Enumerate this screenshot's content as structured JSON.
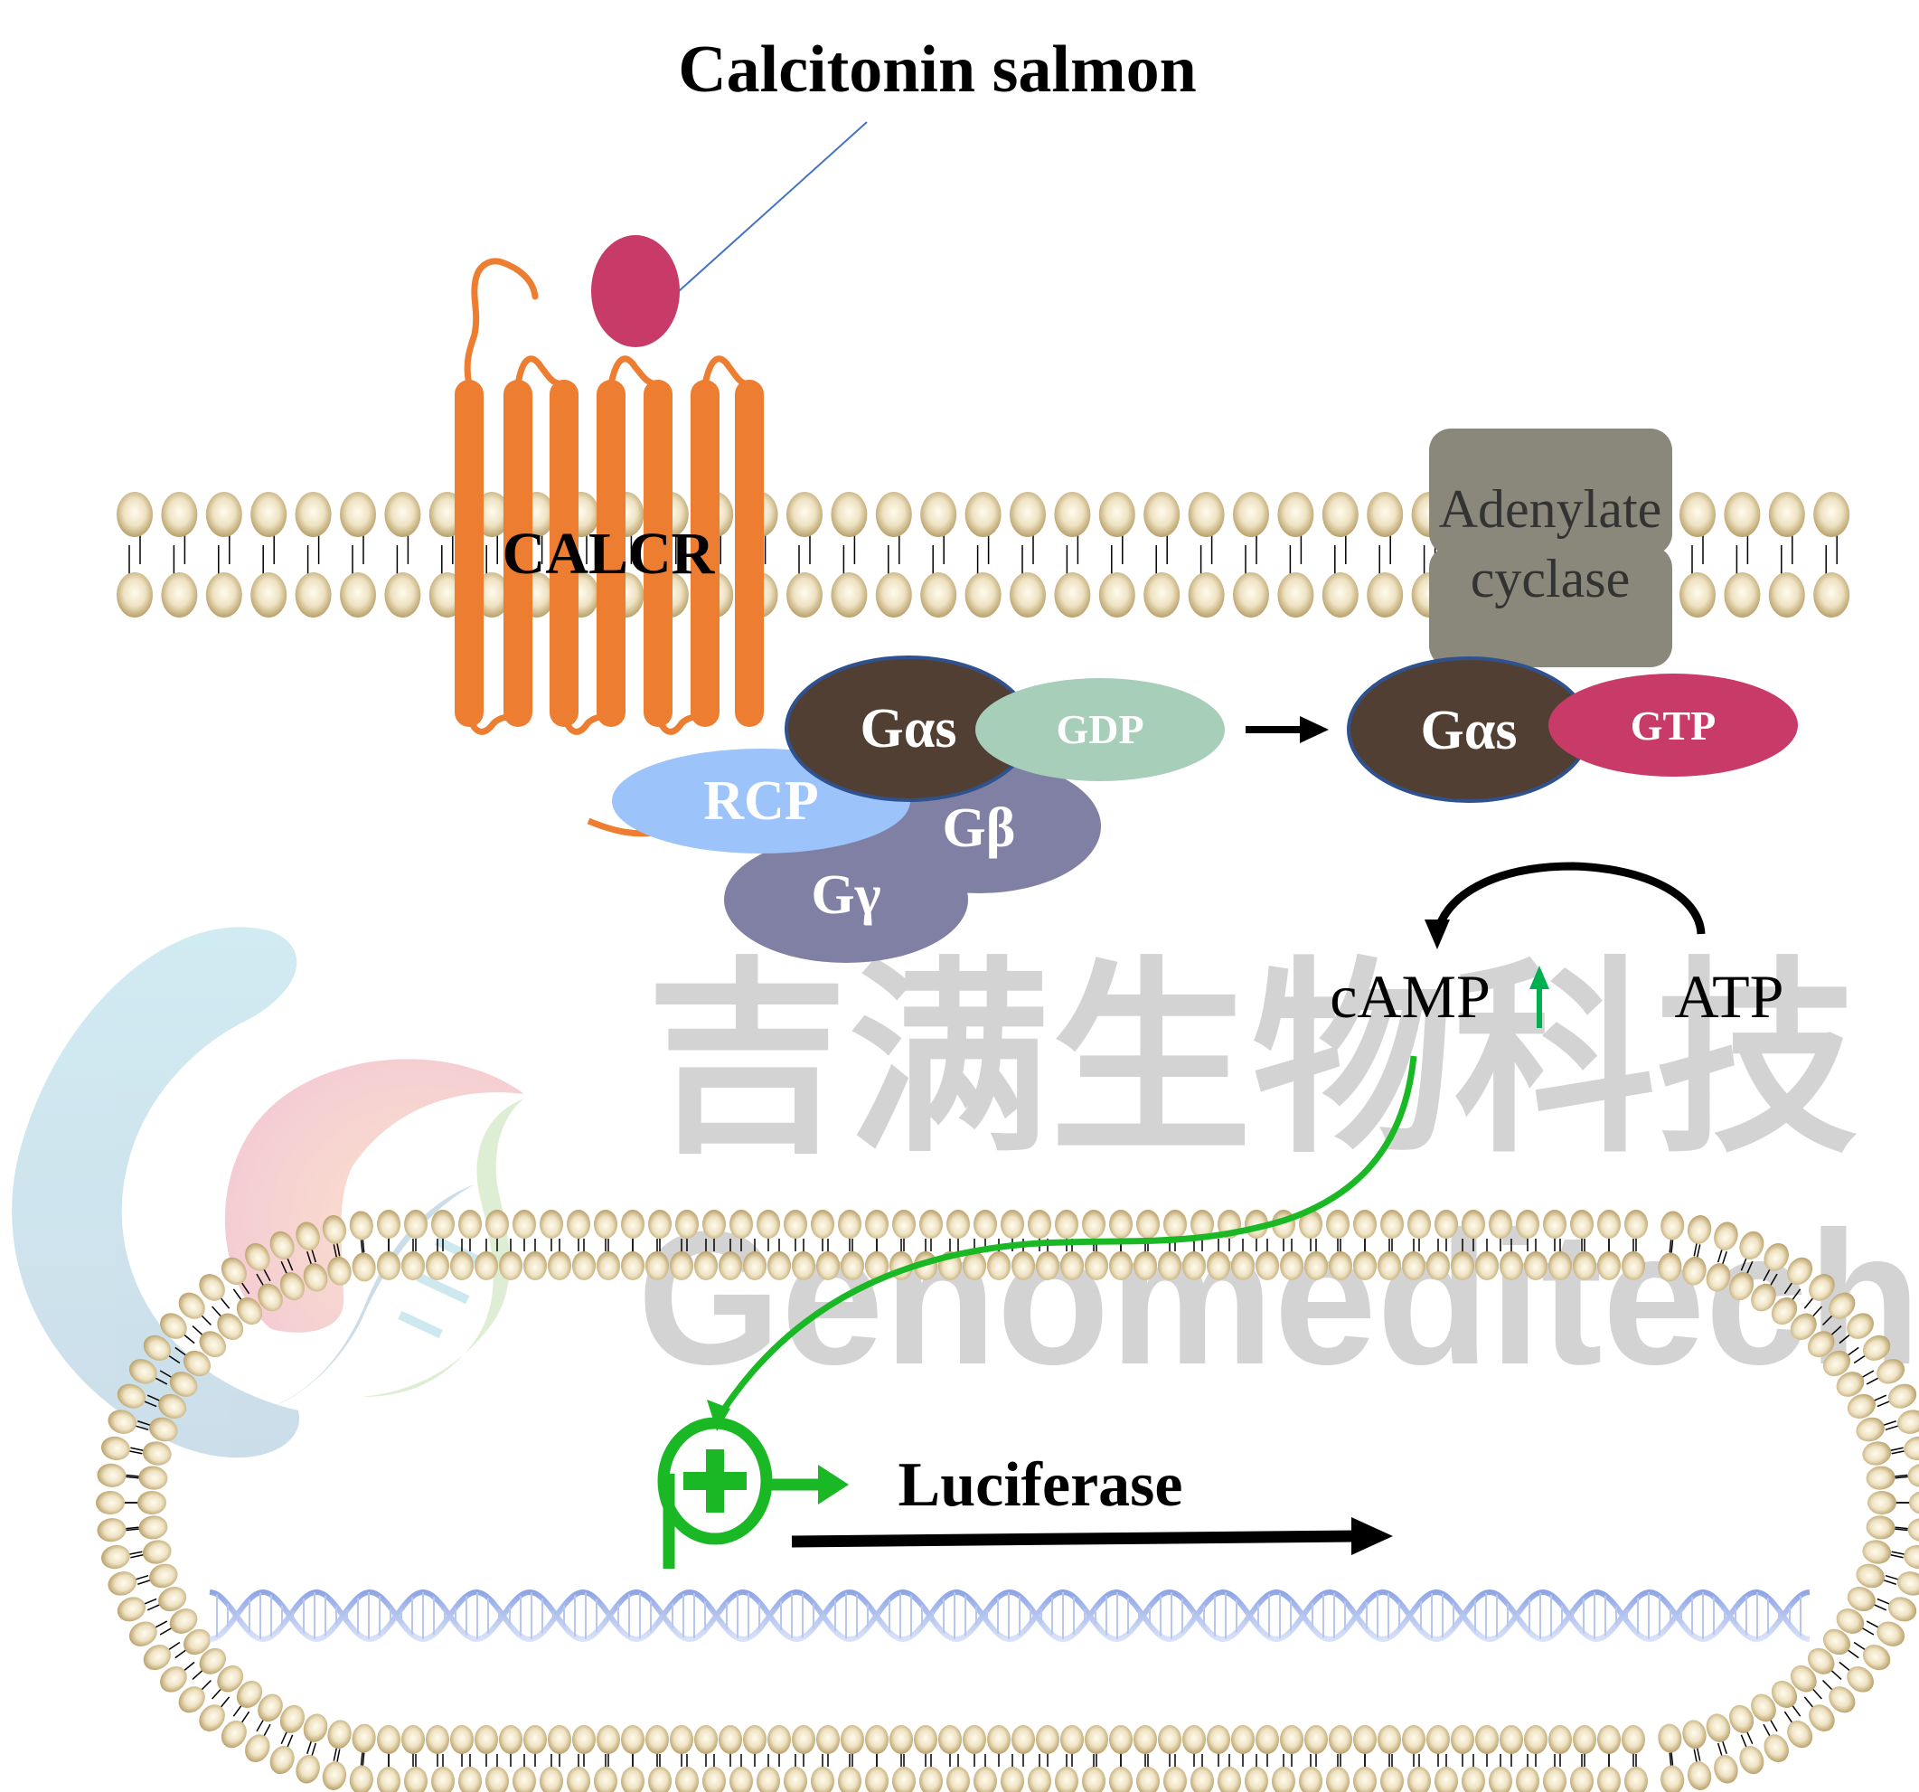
{
  "title": "Calcitonin salmon",
  "receptor": {
    "label": "CALCR",
    "color": "#ED7D31"
  },
  "ligand": {
    "name": "Calcitonin salmon",
    "color": "#C83B68"
  },
  "adenylate_cyclase": {
    "line1": "Adenylate",
    "line2": "cyclase",
    "color": "#8A887A"
  },
  "g_protein_inactive": {
    "alpha": "Gαs",
    "gdp": "GDP",
    "rcp": "RCP",
    "beta": "Gβ",
    "gamma": "Gγ"
  },
  "g_protein_active": {
    "alpha": "Gαs",
    "gtp": "GTP"
  },
  "second_messenger": {
    "camp": "cAMP",
    "atp": "ATP",
    "camp_trend": "increase"
  },
  "reporter": {
    "label": "Luciferase"
  },
  "watermark": {
    "chinese": "吉满生物科技",
    "latin": "Genomeditech"
  },
  "colors": {
    "g_alpha": "#523F33",
    "g_alpha_outline": "#2F528F",
    "gdp": "#A6CEB9",
    "gtp": "#C83B68",
    "rcp": "#9DC3FB",
    "g_beta_gamma": "#7F80A3",
    "promoter_green": "#1BB826",
    "up_arrow_green": "#00B050",
    "lipid_head": "#C4AF7E",
    "dna": "#9FB3EA",
    "watermark_gray": "#D3D3D3"
  }
}
